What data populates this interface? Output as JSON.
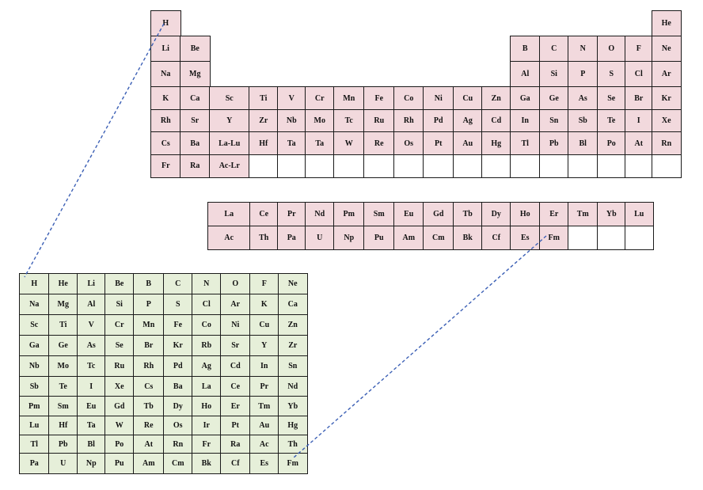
{
  "colors": {
    "main_fill": "#f2d9dd",
    "grid_fill": "#e6efd9",
    "link_line": "#3b5fb5",
    "border": "#1a1a1a"
  },
  "periodic_table": {
    "rows": [
      [
        "H",
        "",
        "",
        "",
        "",
        "",
        "",
        "",
        "",
        "",
        "",
        "",
        "",
        "",
        "",
        "",
        "",
        "He"
      ],
      [
        "Li",
        "Be",
        "",
        "",
        "",
        "",
        "",
        "",
        "",
        "",
        "",
        "",
        "B",
        "C",
        "N",
        "O",
        "F",
        "Ne"
      ],
      [
        "Na",
        "Mg",
        "",
        "",
        "",
        "",
        "",
        "",
        "",
        "",
        "",
        "",
        "Al",
        "Si",
        "P",
        "S",
        "Cl",
        "Ar"
      ],
      [
        "K",
        "Ca",
        "Sc",
        "Ti",
        "V",
        "Cr",
        "Mn",
        "Fe",
        "Co",
        "Ni",
        "Cu",
        "Zn",
        "Ga",
        "Ge",
        "As",
        "Se",
        "Br",
        "Kr"
      ],
      [
        "Rh",
        "Sr",
        "Y",
        "Zr",
        "Nb",
        "Mo",
        "Tc",
        "Ru",
        "Rh",
        "Pd",
        "Ag",
        "Cd",
        "In",
        "Sn",
        "Sb",
        "Te",
        "I",
        "Xe"
      ],
      [
        "Cs",
        "Ba",
        "La-Lu",
        "Hf",
        "Ta",
        "Ta",
        "W",
        "Re",
        "Os",
        "Pt",
        "Au",
        "Hg",
        "Tl",
        "Pb",
        "Bl",
        "Po",
        "At",
        "Rn"
      ],
      [
        "Fr",
        "Ra",
        "Ac-Lr",
        "",
        "",
        "",
        "",
        "",
        "",
        "",
        "",
        "",
        "",
        "",
        "",
        "",
        "",
        ""
      ]
    ]
  },
  "f_block": {
    "rows": [
      [
        "La",
        "Ce",
        "Pr",
        "Nd",
        "Pm",
        "Sm",
        "Eu",
        "Gd",
        "Tb",
        "Dy",
        "Ho",
        "Er",
        "Tm",
        "Yb",
        "Lu"
      ],
      [
        "Ac",
        "Th",
        "Pa",
        "U",
        "Np",
        "Pu",
        "Am",
        "Cm",
        "Bk",
        "Cf",
        "Es",
        "Fm",
        "",
        "",
        ""
      ]
    ]
  },
  "element_grid": {
    "rows": [
      [
        "H",
        "He",
        "Li",
        "Be",
        "B",
        "C",
        "N",
        "O",
        "F",
        "Ne"
      ],
      [
        "Na",
        "Mg",
        "Al",
        "Si",
        "P",
        "S",
        "Cl",
        "Ar",
        "K",
        "Ca"
      ],
      [
        "Sc",
        "Ti",
        "V",
        "Cr",
        "Mn",
        "Fe",
        "Co",
        "Ni",
        "Cu",
        "Zn"
      ],
      [
        "Ga",
        "Ge",
        "As",
        "Se",
        "Br",
        "Kr",
        "Rb",
        "Sr",
        "Y",
        "Zr"
      ],
      [
        "Nb",
        "Mo",
        "Tc",
        "Ru",
        "Rh",
        "Pd",
        "Ag",
        "Cd",
        "In",
        "Sn"
      ],
      [
        "Sb",
        "Te",
        "I",
        "Xe",
        "Cs",
        "Ba",
        "La",
        "Ce",
        "Pr",
        "Nd"
      ],
      [
        "Pm",
        "Sm",
        "Eu",
        "Gd",
        "Tb",
        "Dy",
        "Ho",
        "Er",
        "Tm",
        "Yb"
      ],
      [
        "Lu",
        "Hf",
        "Ta",
        "W",
        "Re",
        "Os",
        "Ir",
        "Pt",
        "Au",
        "Hg"
      ],
      [
        "Tl",
        "Pb",
        "Bl",
        "Po",
        "At",
        "Rn",
        "Fr",
        "Ra",
        "Ac",
        "Th"
      ],
      [
        "Pa",
        "U",
        "Np",
        "Pu",
        "Am",
        "Cm",
        "Bk",
        "Cf",
        "Es",
        "Fm"
      ]
    ]
  }
}
